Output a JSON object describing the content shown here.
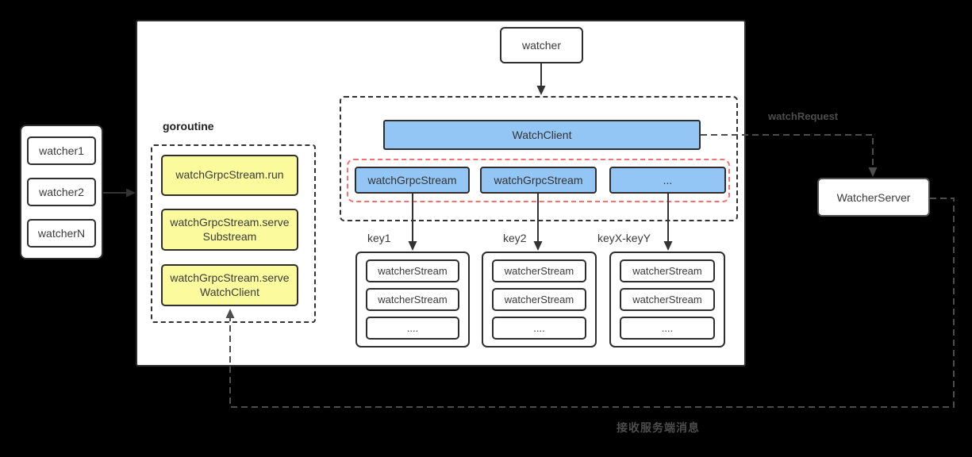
{
  "colors": {
    "canvas_bg": "#000000",
    "panel_bg": "#FFFFFF",
    "box_blue": "#94C6F5",
    "box_yellow": "#FBFB9D",
    "dashed_red": "#F87070"
  },
  "clients_panel": {
    "items": [
      "watcher1",
      "watcher2",
      "watcherN"
    ]
  },
  "goroutine_panel": {
    "title": "goroutine",
    "boxes": [
      "watchGrpcStream.run",
      "watchGrpcStream.serve\nSubstream",
      "watchGrpcStream.serve\nWatchClient"
    ]
  },
  "watch_section": {
    "watcher_box": "watcher",
    "watch_client_bar": "WatchClient",
    "grpc_streams": [
      "watchGrpcStream",
      "watchGrpcStream",
      "..."
    ]
  },
  "key_groups": [
    {
      "label": "key1",
      "items": [
        "watcherStream",
        "watcherStream",
        "...."
      ]
    },
    {
      "label": "key2",
      "items": [
        "watcherStream",
        "watcherStream",
        "...."
      ]
    },
    {
      "label": "keyX-keyY",
      "items": [
        "watcherStream",
        "watcherStream",
        "...."
      ]
    }
  ],
  "server": {
    "label": "WatcherServer"
  },
  "annotations": {
    "watch_request": "watchRequest",
    "receive_server_message": "接收服务端消息"
  }
}
